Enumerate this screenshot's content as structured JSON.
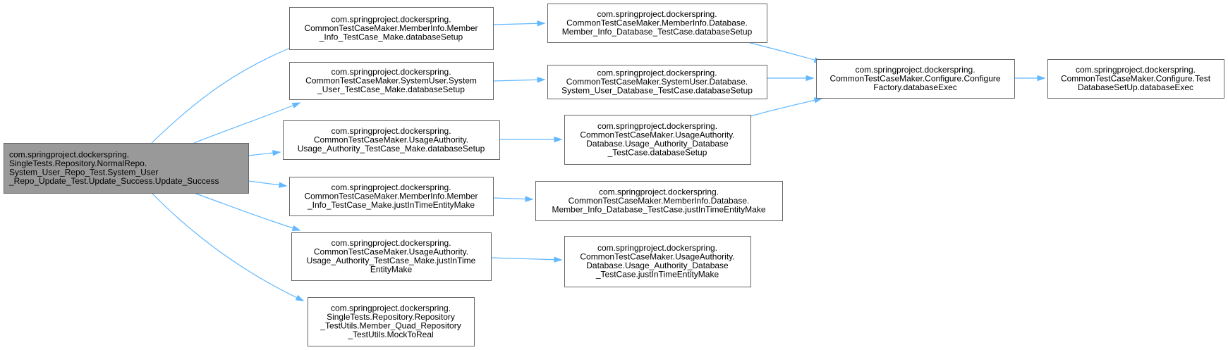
{
  "nodes": [
    {
      "id": "root",
      "root": true,
      "lines": [
        "com.springproject.dockerspring.",
        "SingleTests.Repository.NormalRepo.",
        "System_User_Repo_Test.System_User",
        "_Repo_Update_Test.Update_Success.Update_Success"
      ]
    },
    {
      "id": "n1",
      "lines": [
        "com.springproject.dockerspring.",
        "CommonTestCaseMaker.MemberInfo.Member",
        "_Info_TestCase_Make.databaseSetup"
      ]
    },
    {
      "id": "n2",
      "lines": [
        "com.springproject.dockerspring.",
        "CommonTestCaseMaker.SystemUser.System",
        "_User_TestCase_Make.databaseSetup"
      ]
    },
    {
      "id": "n3",
      "lines": [
        "com.springproject.dockerspring.",
        "CommonTestCaseMaker.UsageAuthority.",
        "Usage_Authority_TestCase_Make.databaseSetup"
      ]
    },
    {
      "id": "n4",
      "lines": [
        "com.springproject.dockerspring.",
        "CommonTestCaseMaker.MemberInfo.Member",
        "_Info_TestCase_Make.justInTimeEntityMake"
      ]
    },
    {
      "id": "n5",
      "lines": [
        "com.springproject.dockerspring.",
        "CommonTestCaseMaker.UsageAuthority.",
        "Usage_Authority_TestCase_Make.justInTime",
        "EntityMake"
      ]
    },
    {
      "id": "n6",
      "lines": [
        "com.springproject.dockerspring.",
        "SingleTests.Repository.Repository",
        "_TestUtils.Member_Quad_Repository",
        "_TestUtils.MockToReal"
      ]
    },
    {
      "id": "m1",
      "lines": [
        "com.springproject.dockerspring.",
        "CommonTestCaseMaker.MemberInfo.Database.",
        "Member_Info_Database_TestCase.databaseSetup"
      ]
    },
    {
      "id": "m2",
      "lines": [
        "com.springproject.dockerspring.",
        "CommonTestCaseMaker.SystemUser.Database.",
        "System_User_Database_TestCase.databaseSetup"
      ]
    },
    {
      "id": "m3",
      "lines": [
        "com.springproject.dockerspring.",
        "CommonTestCaseMaker.UsageAuthority.",
        "Database.Usage_Authority_Database",
        "_TestCase.databaseSetup"
      ]
    },
    {
      "id": "m4",
      "lines": [
        "com.springproject.dockerspring.",
        "CommonTestCaseMaker.MemberInfo.Database.",
        "Member_Info_Database_TestCase.justInTimeEntityMake"
      ]
    },
    {
      "id": "m5",
      "lines": [
        "com.springproject.dockerspring.",
        "CommonTestCaseMaker.UsageAuthority.",
        "Database.Usage_Authority_Database",
        "_TestCase.justInTimeEntityMake"
      ]
    },
    {
      "id": "c1",
      "lines": [
        "com.springproject.dockerspring.",
        "CommonTestCaseMaker.Configure.Configure",
        "Factory.databaseExec"
      ]
    },
    {
      "id": "c2",
      "lines": [
        "com.springproject.dockerspring.",
        "CommonTestCaseMaker.Configure.Test",
        "DatabaseSetUp.databaseExec"
      ]
    }
  ],
  "edges": [
    {
      "from": "root",
      "to": "n1"
    },
    {
      "from": "root",
      "to": "n2"
    },
    {
      "from": "root",
      "to": "n3"
    },
    {
      "from": "root",
      "to": "n4"
    },
    {
      "from": "root",
      "to": "n5"
    },
    {
      "from": "root",
      "to": "n6"
    },
    {
      "from": "n1",
      "to": "m1"
    },
    {
      "from": "n2",
      "to": "m2"
    },
    {
      "from": "n3",
      "to": "m3"
    },
    {
      "from": "n4",
      "to": "m4"
    },
    {
      "from": "n5",
      "to": "m5"
    },
    {
      "from": "m1",
      "to": "c1"
    },
    {
      "from": "m2",
      "to": "c1"
    },
    {
      "from": "m3",
      "to": "c1"
    },
    {
      "from": "c1",
      "to": "c2"
    }
  ],
  "colors": {
    "edge": "#63b8ff",
    "root_fill": "#999999",
    "node_border": "#666666"
  }
}
